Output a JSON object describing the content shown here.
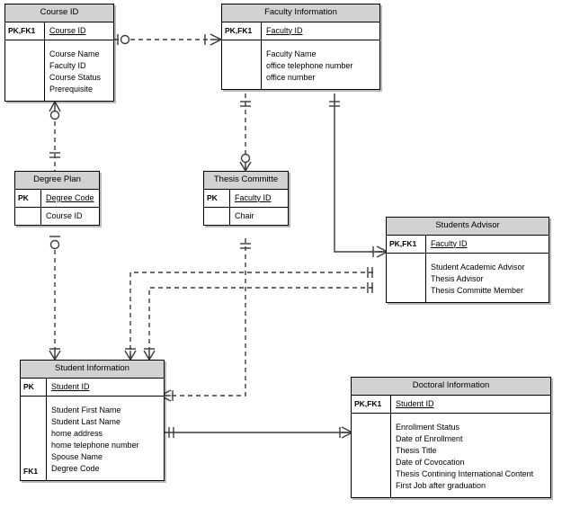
{
  "diagram": {
    "type": "entity-relationship-diagram",
    "notation": "crows-foot",
    "colors": {
      "header_fill": "#d2d2d2",
      "body_fill": "#ffffff",
      "line": "#3a3a3a",
      "border": "#000000"
    }
  },
  "entities": [
    {
      "id": "course_id",
      "title": "Course ID",
      "key_labels": [
        "PK,FK1"
      ],
      "key_attributes": [
        "Course ID"
      ],
      "attributes": [
        "Course Name",
        "Faculty ID",
        "Course Status",
        "Prerequisite"
      ],
      "attr_key_label": ""
    },
    {
      "id": "faculty_information",
      "title": "Faculty Information",
      "key_labels": [
        "PK,FK1"
      ],
      "key_attributes": [
        "Faculty ID"
      ],
      "attributes": [
        "Faculty Name",
        "office telephone number",
        "office number"
      ],
      "attr_key_label": ""
    },
    {
      "id": "degree_plan",
      "title": "Degree Plan",
      "key_labels": [
        "PK"
      ],
      "key_attributes": [
        "Degree Code"
      ],
      "attributes": [
        "Course ID"
      ],
      "attr_key_label": ""
    },
    {
      "id": "thesis_committe",
      "title": "Thesis Committe",
      "key_labels": [
        "PK"
      ],
      "key_attributes": [
        "Faculty ID"
      ],
      "attributes": [
        "Chair"
      ],
      "attr_key_label": ""
    },
    {
      "id": "students_advisor",
      "title": "Students Advisor",
      "key_labels": [
        "PK,FK1"
      ],
      "key_attributes": [
        "Faculty ID"
      ],
      "attributes": [
        "Student Academic Advisor",
        "Thesis Advisor",
        "Thesis Committe Member"
      ],
      "attr_key_label": ""
    },
    {
      "id": "student_information",
      "title": "Student Information",
      "key_labels": [
        "PK"
      ],
      "key_attributes": [
        "Student ID"
      ],
      "attributes": [
        "Student First Name",
        "Student Last Name",
        "home address",
        "home telephone number",
        "Spouse Name",
        "Degree Code"
      ],
      "attr_key_label": "FK1"
    },
    {
      "id": "doctoral_information",
      "title": "Doctoral Information",
      "key_labels": [
        "PK,FK1"
      ],
      "key_attributes": [
        "Student ID"
      ],
      "attributes": [
        "Enrollment Status",
        "Date of Enrollment",
        "Thesis Title",
        "Date of Covocation",
        "Thesis Contining International Content",
        "First Job after graduation"
      ],
      "attr_key_label": ""
    }
  ],
  "relationships": [
    {
      "id": "course-faculty",
      "from": "course_id",
      "to": "faculty_information",
      "style": "dashed",
      "from_cardinality": "one-and-only-one-optional",
      "to_cardinality": "one-to-many"
    },
    {
      "id": "course-degreeplan",
      "from": "course_id",
      "to": "degree_plan",
      "style": "dashed",
      "from_cardinality": "zero-or-many",
      "to_cardinality": "one-and-only-one"
    },
    {
      "id": "faculty-thesiscommitte",
      "from": "faculty_information",
      "to": "thesis_committe",
      "style": "dashed",
      "from_cardinality": "one-and-only-one",
      "to_cardinality": "zero-or-many"
    },
    {
      "id": "faculty-studentsadvisor",
      "from": "faculty_information",
      "to": "students_advisor",
      "style": "solid",
      "from_cardinality": "one-and-only-one",
      "to_cardinality": "one-to-many"
    },
    {
      "id": "degreeplan-studentinfo",
      "from": "degree_plan",
      "to": "student_information",
      "style": "dashed",
      "from_cardinality": "zero-or-many",
      "to_cardinality": "one-to-many"
    },
    {
      "id": "studentsadvisor-studentinfo-a",
      "from": "students_advisor",
      "to": "student_information",
      "style": "dashed",
      "from_cardinality": "one-and-only-one",
      "to_cardinality": "one-to-many"
    },
    {
      "id": "studentsadvisor-studentinfo-b",
      "from": "students_advisor",
      "to": "student_information",
      "style": "dashed",
      "from_cardinality": "one-and-only-one",
      "to_cardinality": "one-to-many"
    },
    {
      "id": "thesiscommitte-studentinfo",
      "from": "thesis_committe",
      "to": "student_information",
      "style": "dashed",
      "from_cardinality": "one-and-only-one",
      "to_cardinality": "one-to-many"
    },
    {
      "id": "studentinfo-doctoral",
      "from": "student_information",
      "to": "doctoral_information",
      "style": "solid",
      "from_cardinality": "one-and-only-one",
      "to_cardinality": "one-to-many"
    }
  ]
}
